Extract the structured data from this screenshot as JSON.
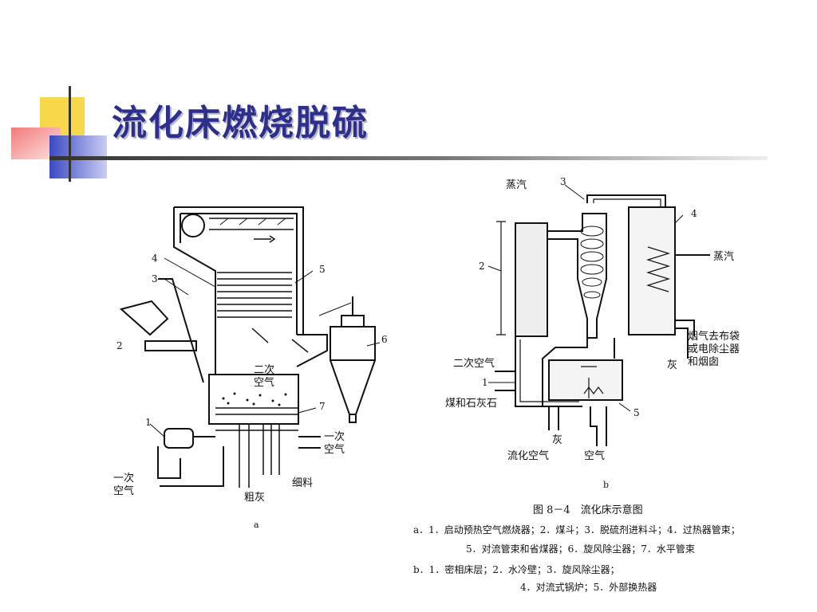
{
  "slide": {
    "title": "流化床燃烧脱硫",
    "colors": {
      "title": "#2e2e8c",
      "deco_yellow": "#f6d84a",
      "deco_red": "#f27a7a",
      "deco_blue": "#3b49c4"
    }
  },
  "diagram_a": {
    "sublabel": "a",
    "labels": {
      "n1": "1",
      "n2": "2",
      "n3": "3",
      "n4": "4",
      "n5": "5",
      "n6": "6",
      "n7": "7",
      "secondary_air_1": "二次",
      "secondary_air_2": "空气",
      "primary_air_right_1": "一次",
      "primary_air_right_2": "空气",
      "primary_air_left_1": "一次",
      "primary_air_left_2": "空气",
      "fine_material": "细料",
      "coarse_ash": "粗灰"
    }
  },
  "diagram_b": {
    "sublabel": "b",
    "labels": {
      "n1": "1",
      "n2": "2",
      "n3": "3",
      "n4": "4",
      "n5": "5",
      "steam_top": "蒸汽",
      "steam_right": "蒸汽",
      "flue_1": "烟气去布袋",
      "flue_2": "或电除尘器",
      "flue_3": "和烟囱",
      "ash_right": "灰",
      "secondary_air": "二次空气",
      "coal_limestone": "煤和石灰石",
      "ash_bottom": "灰",
      "fluidizing_air": "流化空气",
      "air": "空气"
    }
  },
  "caption": {
    "figure": "图 8－4　流化床示意图",
    "a1": "a．1．启动预热空气燃烧器；2．煤斗；3．脱硫剂进料斗；4．过热器管束；",
    "a2": "5．对流管束和省煤器；6．旋风除尘器；7．水平管束",
    "b1": "b．1．密相床层；2．水冷壁；3．旋风除尘器；",
    "b2": "4．对流式锅炉；5．外部换热器"
  }
}
